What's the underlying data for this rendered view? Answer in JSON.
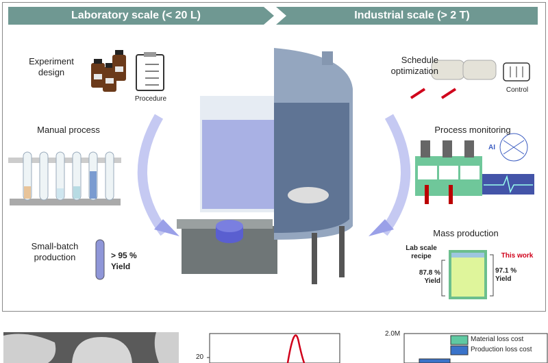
{
  "header": {
    "left": "Laboratory scale (< 20 L)",
    "right": "Industrial scale (> 2 T)"
  },
  "lab": {
    "experiment_design": "Experiment\ndesign",
    "procedure": "Procedure",
    "manual_process": "Manual process",
    "small_batch": "Small-batch\nproduction",
    "yield": "> 95 %\nYield"
  },
  "industrial": {
    "schedule": "Schedule\noptimization",
    "control": "Control",
    "monitoring": "Process monitoring",
    "ai": "AI",
    "mass_production": "Mass production",
    "lab_recipe": "Lab scale\nrecipe",
    "lab_yield": "87.8 %\nYield",
    "this_work": "This work",
    "this_yield": "97.1 %\nYield"
  },
  "bottom": {
    "chart_tick": "20",
    "cost_tick": "2.0M",
    "legend": [
      "Material loss cost",
      "Production loss cost"
    ]
  },
  "colors": {
    "banner": "#6f9892",
    "accent": "#d0021b",
    "liquid": "#8f96d8",
    "green": "#6cbf8e"
  }
}
